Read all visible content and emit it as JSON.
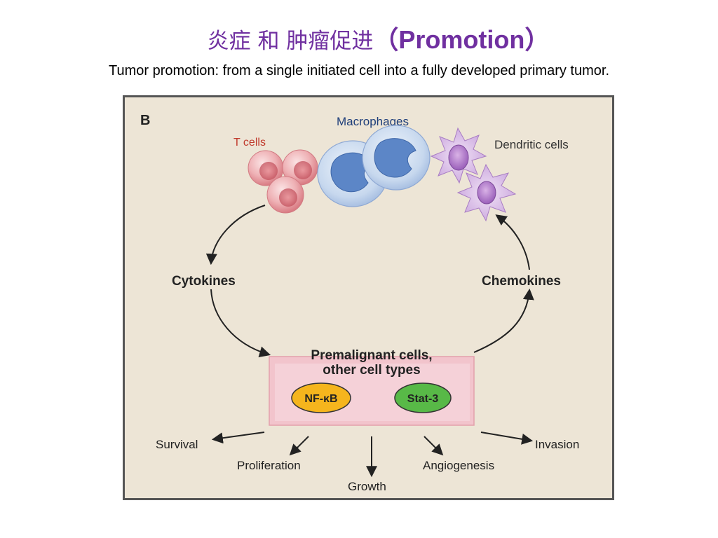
{
  "slide": {
    "title_cn": "炎症 和 肿瘤促进",
    "title_en": "（Promotion）",
    "subtitle": "Tumor promotion:  from a single initiated cell into a fully developed primary tumor."
  },
  "figure": {
    "panel_letter": "B",
    "cells": {
      "t_cells": "T cells",
      "macrophages": "Macrophages",
      "dendritic_cells": "Dendritic cells"
    },
    "signals": {
      "left": "Cytokines",
      "right": "Chemokines"
    },
    "target_box": {
      "line1": "Premalignant cells,",
      "line2": "other cell types",
      "factor_left": "NF-κB",
      "factor_right": "Stat-3"
    },
    "outcomes": [
      "Survival",
      "Proliferation",
      "Growth",
      "Angiogenesis",
      "Invasion"
    ]
  },
  "colors": {
    "title": "#7030a0",
    "background": "#ede5d6",
    "pink_box": "#f2c4cc",
    "nfkb": "#f5b51d",
    "stat3": "#58b947",
    "t_cell": "#e9a3a8",
    "macrophage": "#a9c4e6",
    "dendritic": "#c9a7d8"
  }
}
